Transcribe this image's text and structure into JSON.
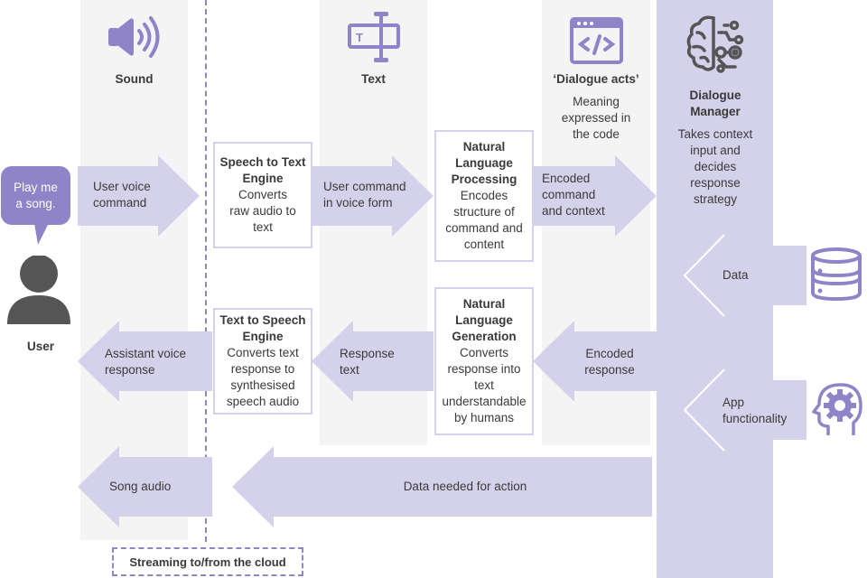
{
  "colors": {
    "accent": "#8f84c7",
    "arrow_fill": "#d4d1ea",
    "column_gray": "#f4f4f4",
    "text": "#3a3a3a",
    "icon_dark": "#555555"
  },
  "user": {
    "speech_bubble": "Play me a song.",
    "label": "User"
  },
  "columns": {
    "sound": {
      "title": "Sound",
      "icon": "speaker-icon"
    },
    "text": {
      "title": "Text",
      "icon": "text-cursor-icon"
    },
    "dialogue_acts": {
      "title": "‘Dialogue acts’",
      "description": "Meaning expressed in the code",
      "icon": "code-window-icon"
    },
    "dialogue_manager": {
      "title": "Dialogue Manager",
      "description": "Takes context input and decides response strategy",
      "icon": "brain-circuit-icon"
    }
  },
  "boxes": {
    "stt": {
      "title": "Speech to Text Engine",
      "description": "Converts raw audio to text"
    },
    "nlp": {
      "title": "Natural Language Processing",
      "description": "Encodes structure of command and content"
    },
    "tts": {
      "title": "Text to Speech Engine",
      "description": "Converts text response to synthesised speech audio"
    },
    "nlg": {
      "title": "Natural Language Generation",
      "description": "Converts response into text understandable by humans"
    }
  },
  "arrows": {
    "user_voice_command": "User voice command",
    "user_command_voice_form": "User command in voice form",
    "encoded_command": "Encoded command and context",
    "data": "Data",
    "assistant_voice_response": "Assistant voice response",
    "response_text": "Response text",
    "encoded_response": "Encoded response",
    "app_functionality": "App functionality",
    "song_audio": "Song audio",
    "data_needed": "Data needed for action"
  },
  "external": {
    "data_icon": "database-icon",
    "app_icon": "head-gear-icon"
  },
  "cloud_label": "Streaming to/from the cloud"
}
